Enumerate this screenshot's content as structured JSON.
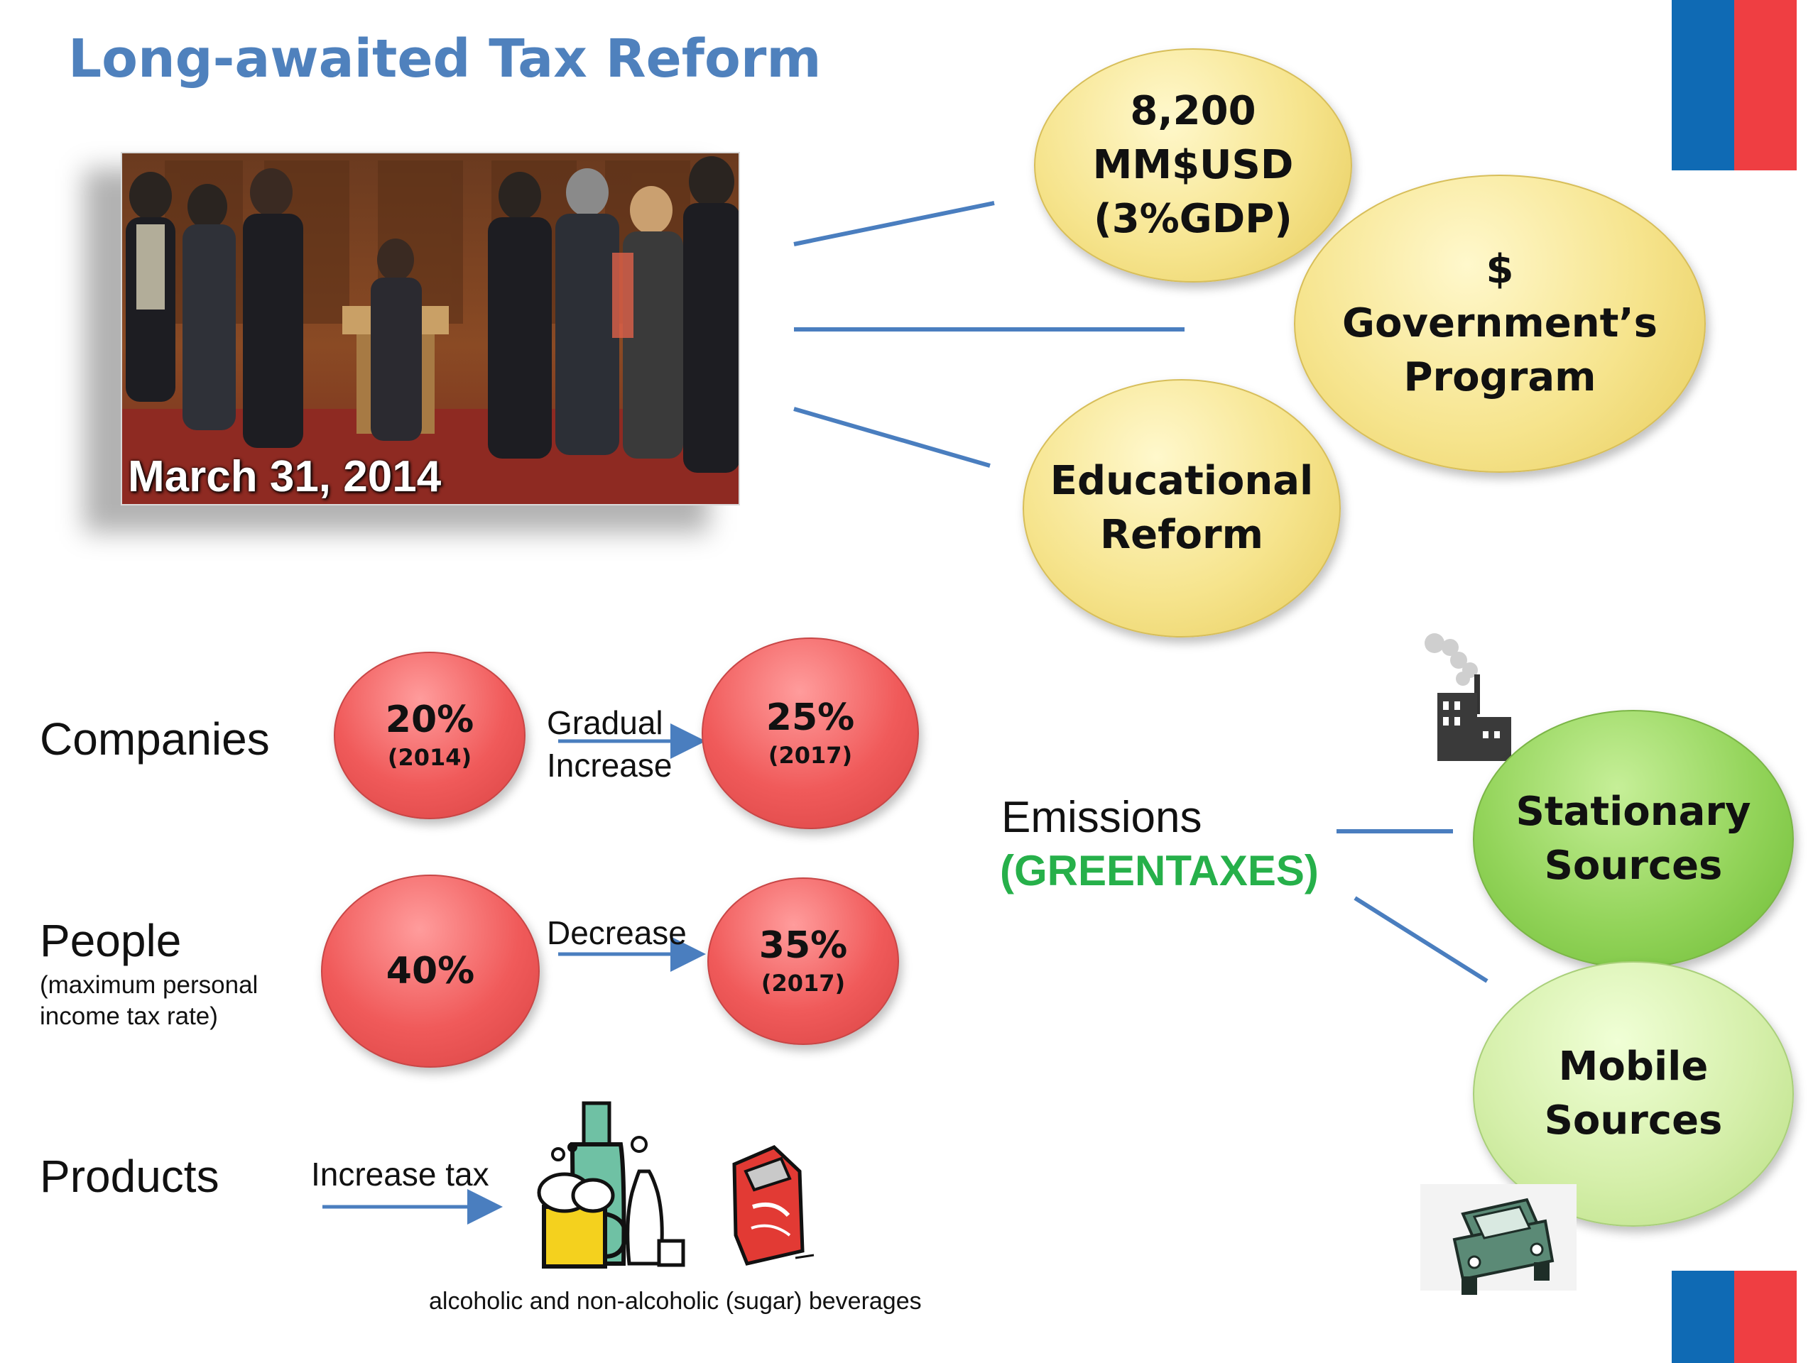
{
  "title": "Long-awaited Tax Reform",
  "photo": {
    "caption": "March 31, 2014"
  },
  "top_bubbles": {
    "amount": {
      "line1": "8,200",
      "line2": "MM$USD",
      "line3": "(3%GDP)"
    },
    "program": {
      "line1": "$",
      "line2": "Government’s",
      "line3": "Program"
    },
    "education": {
      "line1": "Educational",
      "line2": "Reform"
    }
  },
  "companies": {
    "label": "Companies",
    "from": {
      "value": "20%",
      "year": "(2014)"
    },
    "arrow_line1": "Gradual",
    "arrow_line2": "Increase",
    "to": {
      "value": "25%",
      "year": "(2017)"
    }
  },
  "people": {
    "label": "People",
    "note_line1": "(maximum personal",
    "note_line2": "income tax rate)",
    "from": {
      "value": "40%"
    },
    "arrow_label": "Decrease",
    "to": {
      "value": "35%",
      "year": "(2017)"
    }
  },
  "products": {
    "label": "Products",
    "arrow_label": "Increase tax",
    "caption": "alcoholic and non-alcoholic (sugar) beverages"
  },
  "emissions": {
    "label": "Emissions",
    "subtitle": "(GREENTAXES)",
    "stationary": {
      "line1": "Stationary",
      "line2": "Sources"
    },
    "mobile": {
      "line1": "Mobile",
      "line2": "Sources"
    }
  },
  "colors": {
    "title_blue": "#4f81bd",
    "connector_blue": "#4a7ebf",
    "flag_blue": "#0f6ab4",
    "flag_red": "#ef3e42",
    "green_text": "#26b04a"
  },
  "icons": [
    "factory-icon",
    "beer-bottle-icon",
    "soda-can-icon",
    "car-icon"
  ]
}
